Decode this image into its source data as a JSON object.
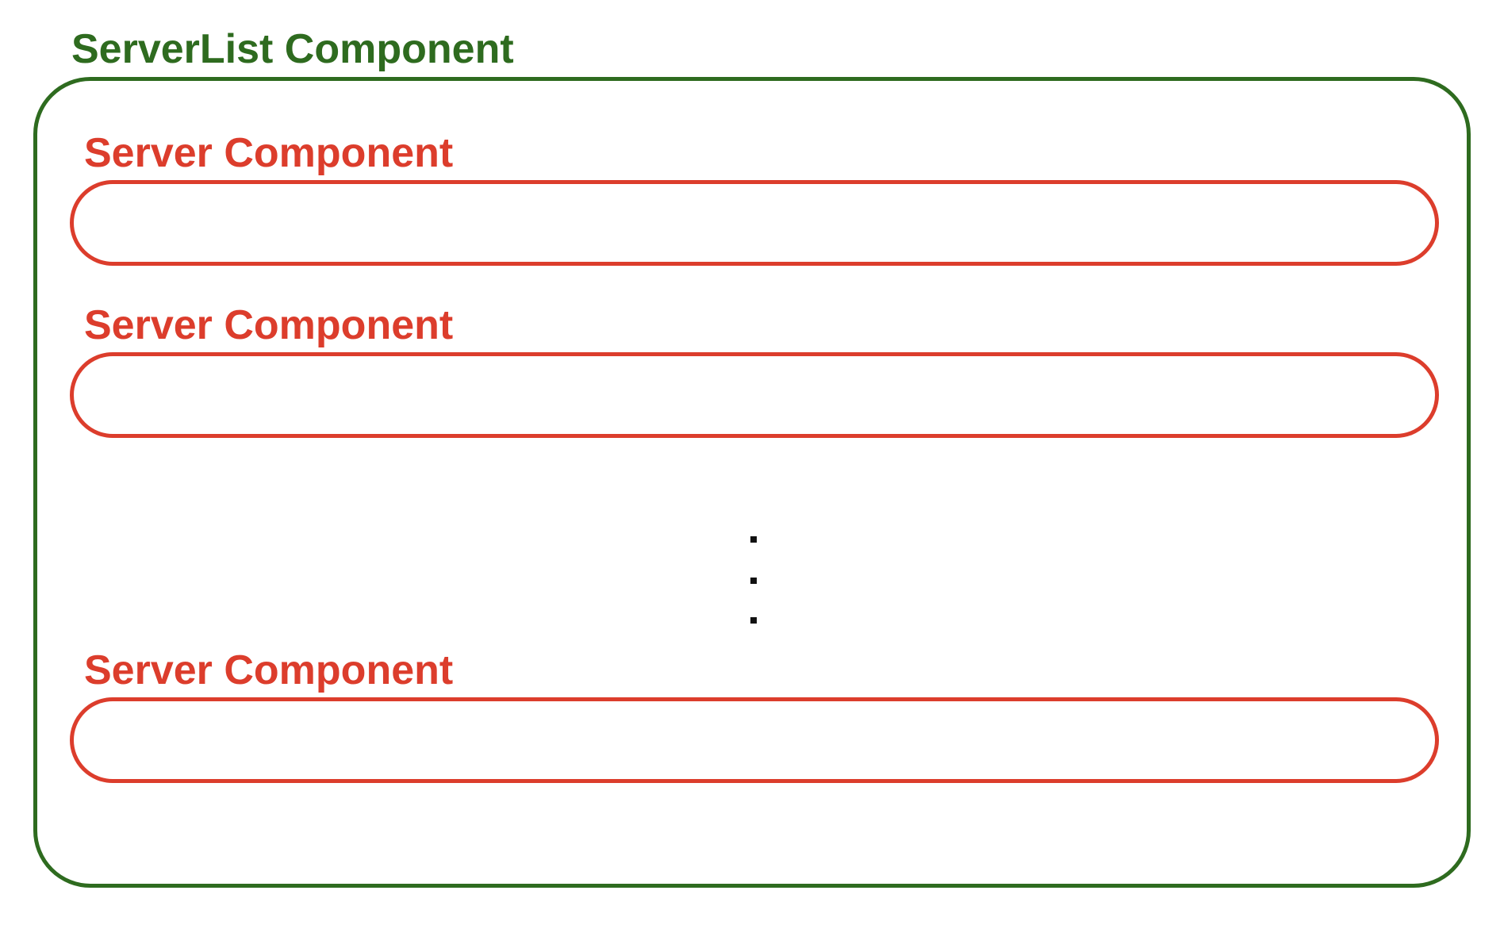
{
  "diagram": {
    "outer": {
      "label": "ServerList Component",
      "color": "#2e6b1f"
    },
    "servers": [
      {
        "label": "Server Component"
      },
      {
        "label": "Server Component"
      },
      {
        "label": "Server Component"
      }
    ],
    "server_color": "#dc3d2c"
  }
}
